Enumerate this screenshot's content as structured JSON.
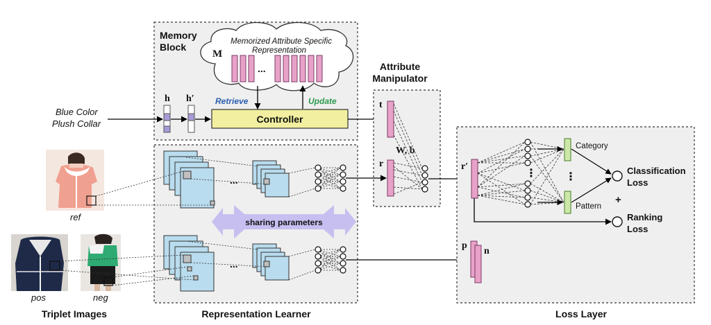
{
  "memory_block": {
    "title_line1": "Memory",
    "title_line2": "Block",
    "memory_symbol": "M",
    "cloud_title_line1": "Memorized Attribute Specific",
    "cloud_title_line2": "Representation",
    "ellipsis": "...",
    "h_label": "h",
    "h_prime_label": "h′",
    "retrieve_label": "Retrieve",
    "update_label": "Update",
    "controller_label": "Controller"
  },
  "input_text": {
    "line1": "Blue Color",
    "line2": "Plush Collar"
  },
  "attribute_manipulator": {
    "title_line1": "Attribute",
    "title_line2": "Manipulator",
    "t_label": "t",
    "r_label": "r",
    "wb_label": "W, b"
  },
  "triplet_images": {
    "ref_label": "ref",
    "pos_label": "pos",
    "neg_label": "neg",
    "section_label": "Triplet Images"
  },
  "representation_learner": {
    "section_label": "Representation Learner",
    "sharing_label": "sharing parameters",
    "ellipsis": "..."
  },
  "loss_layer": {
    "section_label": "Loss Layer",
    "r_prime_label": "r′",
    "p_label": "p",
    "n_label": "n",
    "category_label": "Category",
    "pattern_label": "Pattern",
    "classification_line1": "Classification",
    "classification_line2": "Loss",
    "plus": "+",
    "ranking_line1": "Ranking",
    "ranking_line2": "Loss",
    "vdots": "⋮"
  },
  "colors": {
    "memory_slot": "#e8a2c8",
    "vector_light_purple": "#a89ad8",
    "controller": "#f2f0a0",
    "feature_map": "#b9dcee",
    "green_output": "#cbe8a8",
    "sharing_arrow": "#c6bff0",
    "retrieve": "#2a5db0",
    "update": "#2e9a50",
    "panel_bg": "#efefef"
  }
}
